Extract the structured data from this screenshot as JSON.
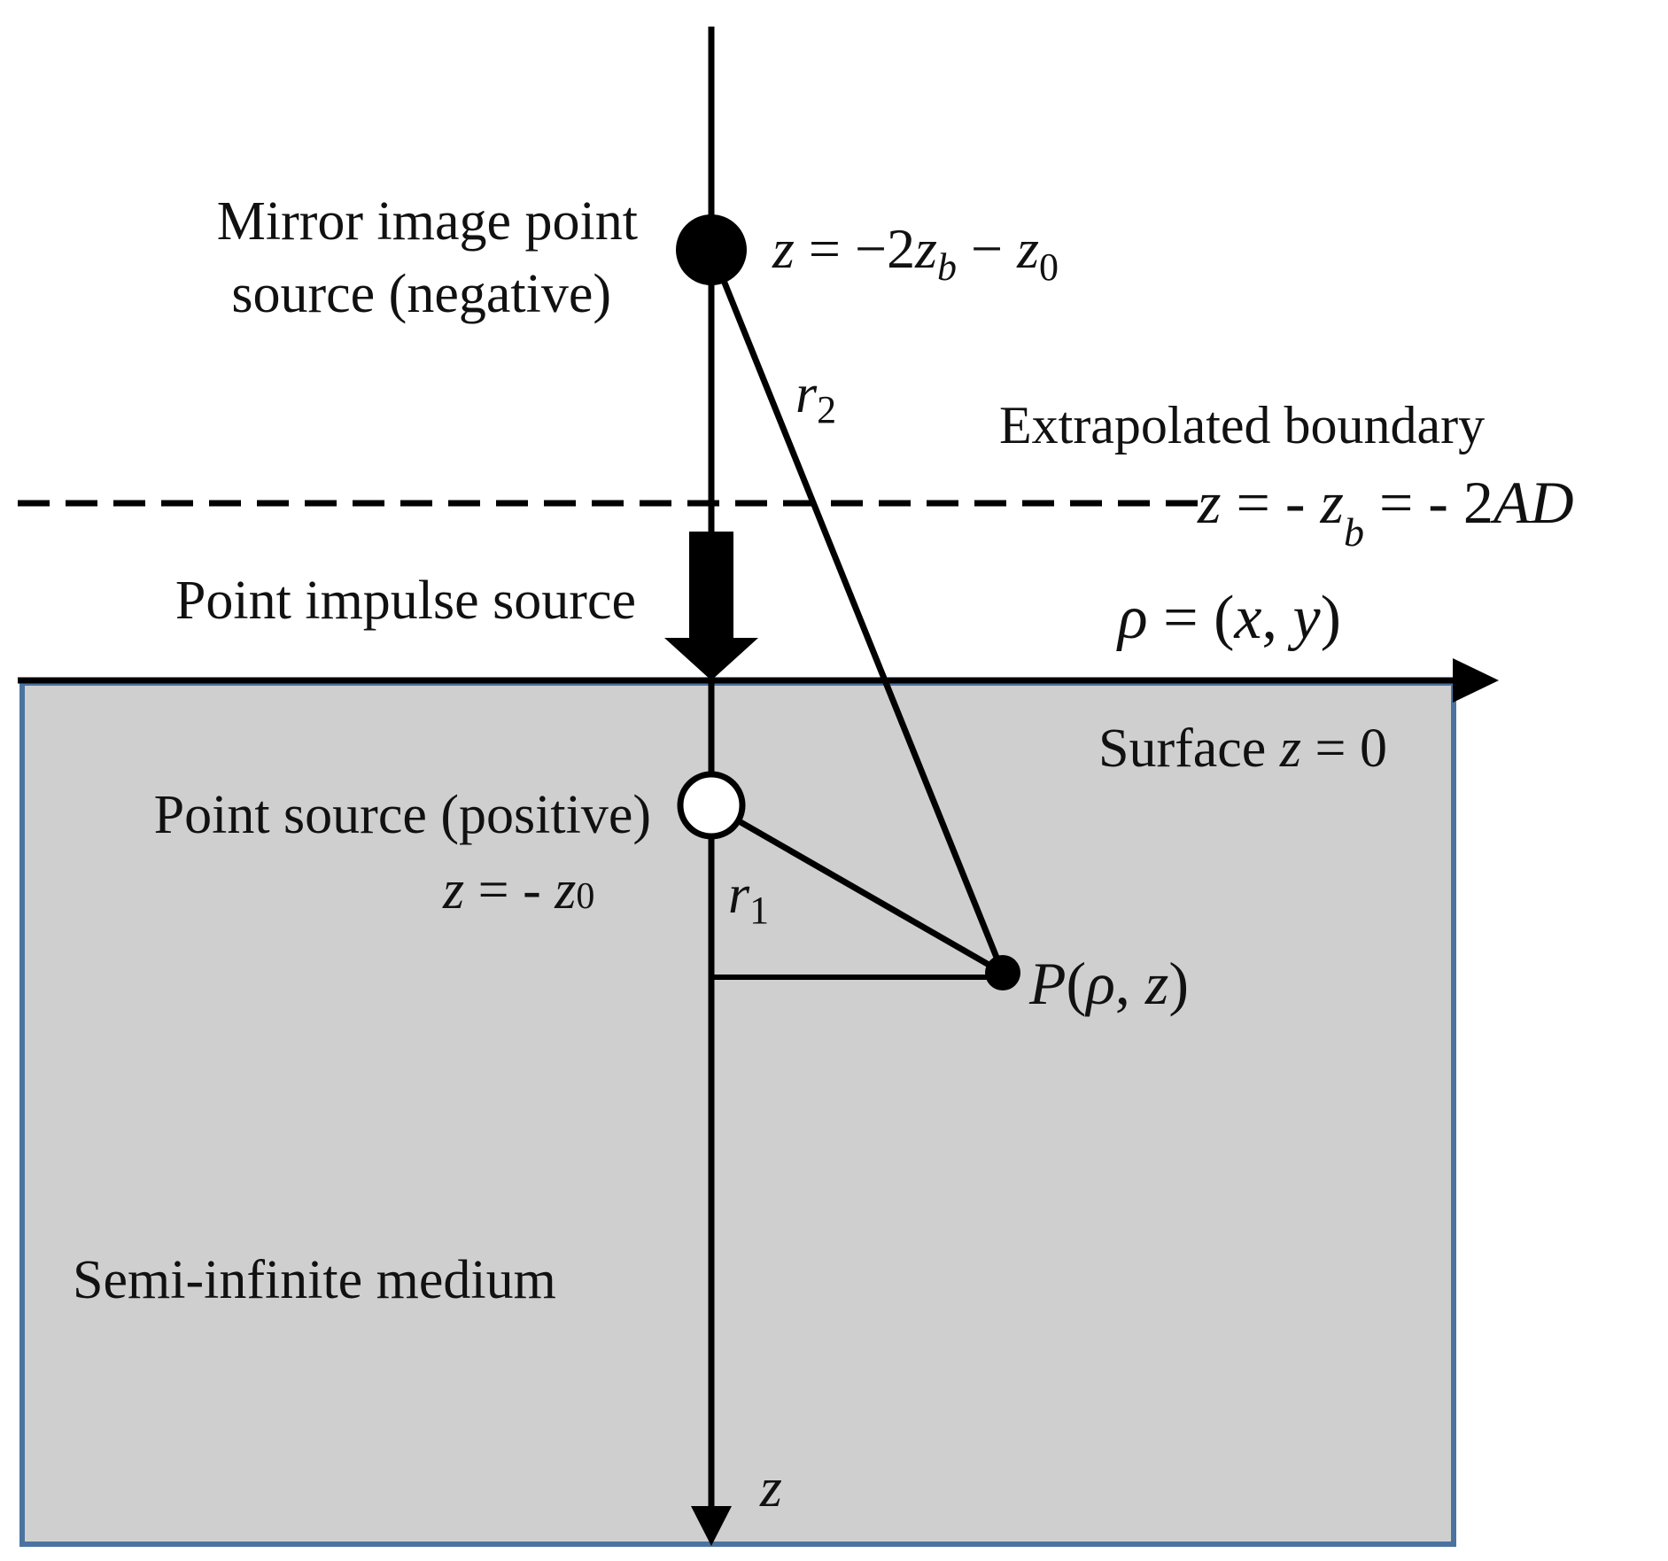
{
  "colors": {
    "medium_fill": "#d0cfd0",
    "medium_border": "#4a73a0",
    "ink": "#000000",
    "positive_source_fill": "#ffffff"
  },
  "labels": {
    "mirror_source_line1": "Mirror image point",
    "mirror_source_line2": "source (negative)",
    "mirror_eq_z": "z",
    "mirror_eq_op": " = −2",
    "mirror_eq_zb": "z",
    "mirror_eq_b": "b",
    "mirror_eq_minus": " − ",
    "mirror_eq_z0": "z",
    "mirror_eq_0": "0",
    "r2_r": "r",
    "r2_sub": "2",
    "extrap_title": "Extrapolated boundary",
    "extrap_eq_z": "z",
    "extrap_eq_mid": " = - ",
    "extrap_eq_zb": "z",
    "extrap_eq_b": "b",
    "extrap_eq_end1": " = - 2",
    "extrap_eq_AD": "AD",
    "impulse_source": "Point impulse source",
    "rho_rho": "ρ",
    "rho_eq": " = (",
    "rho_x": "x",
    "rho_comma": ", ",
    "rho_y": "y",
    "rho_close": ")",
    "surface_text": "Surface ",
    "surface_z": "z",
    "surface_eq": " = 0",
    "positive_source": "Point source (positive)",
    "pos_eq_z": "z",
    "pos_eq_mid": " = - ",
    "pos_eq_z0": "z",
    "pos_eq_0": "0",
    "r1_r": "r",
    "r1_sub": "1",
    "p_P": "P",
    "p_open": "(",
    "p_rho": "ρ",
    "p_comma": ", ",
    "p_z": "z",
    "p_close": ")",
    "medium_text": "Semi-infinite  medium",
    "z_axis_label": "z"
  }
}
